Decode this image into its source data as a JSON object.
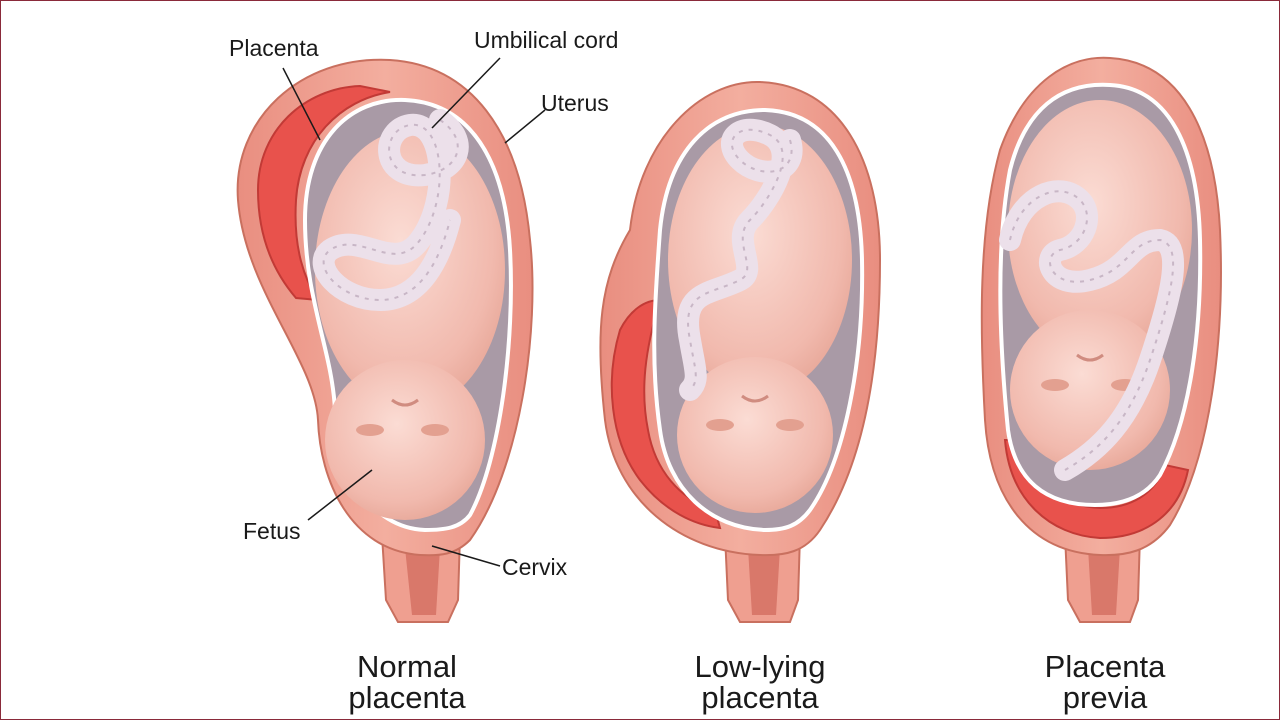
{
  "labels": {
    "placenta": "Placenta",
    "umbilical_cord": "Umbilical cord",
    "uterus": "Uterus",
    "fetus": "Fetus",
    "cervix": "Cervix"
  },
  "panels": [
    {
      "caption_line1": "Normal",
      "caption_line2": "placenta"
    },
    {
      "caption_line1": "Low-lying",
      "caption_line2": "placenta"
    },
    {
      "caption_line1": "Placenta",
      "caption_line2": "previa"
    }
  ],
  "colors": {
    "uterus_wall": "#ee9e8f",
    "uterus_outline": "#c9705f",
    "placenta": "#e8524c",
    "fetus_skin": "#f3c1b6",
    "cord": "#ece0ea",
    "cavity": "#a99aa6"
  }
}
